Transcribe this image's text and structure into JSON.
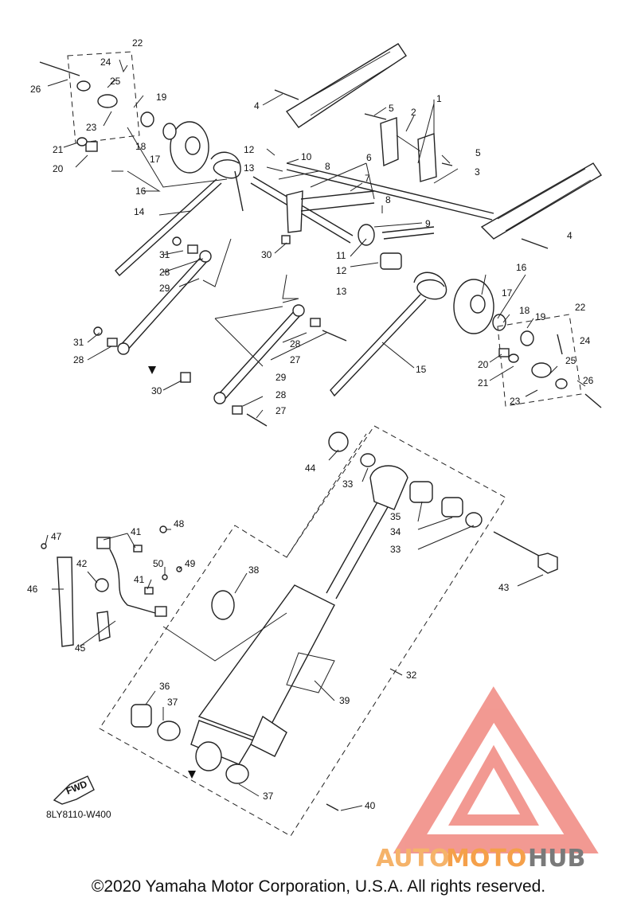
{
  "diagram": {
    "callouts": {
      "c1": "1",
      "c2": "2",
      "c3": "3",
      "c4a": "4",
      "c4b": "4",
      "c5a": "5",
      "c5b": "5",
      "c6": "6",
      "c7": "7",
      "c8a": "8",
      "c8b": "8",
      "c9": "9",
      "c10": "10",
      "c11": "11",
      "c12a": "12",
      "c12b": "12",
      "c13a": "13",
      "c13b": "13",
      "c14": "14",
      "c15": "15",
      "c16a": "16",
      "c16b": "16",
      "c17a": "17",
      "c17b": "17",
      "c18a": "18",
      "c18b": "18",
      "c19a": "19",
      "c19b": "19",
      "c20a": "20",
      "c20b": "20",
      "c21a": "21",
      "c21b": "21",
      "c22a": "22",
      "c22b": "22",
      "c23a": "23",
      "c23b": "23",
      "c24a": "24",
      "c24b": "24",
      "c25a": "25",
      "c25b": "25",
      "c26a": "26",
      "c26b": "26",
      "c27a": "27",
      "c27b": "27",
      "c28a": "28",
      "c28b": "28",
      "c28c": "28",
      "c28d": "28",
      "c29a": "29",
      "c29b": "29",
      "c30a": "30",
      "c30b": "30",
      "c31a": "31",
      "c31b": "31",
      "c32": "32",
      "c33a": "33",
      "c33b": "33",
      "c34": "34",
      "c35": "35",
      "c36": "36",
      "c37a": "37",
      "c37b": "37",
      "c38": "38",
      "c39": "39",
      "c40": "40",
      "c41a": "41",
      "c41b": "41",
      "c42": "42",
      "c43": "43",
      "c44": "44",
      "c45": "45",
      "c46": "46",
      "c47": "47",
      "c48": "48",
      "c49": "49",
      "c50": "50"
    },
    "fwd_label": "FWD",
    "diagram_code": "8LY8110-W400"
  },
  "watermark": {
    "part1": "AUTO",
    "part2": "MOTO",
    "part3": "HUB",
    "color_red": "#e8473a",
    "color_orange": "#f5a04a",
    "color_gray": "#6b6b6b"
  },
  "footer": {
    "copyright": "©2020 Yamaha Motor Corporation, U.S.A. All rights reserved."
  }
}
